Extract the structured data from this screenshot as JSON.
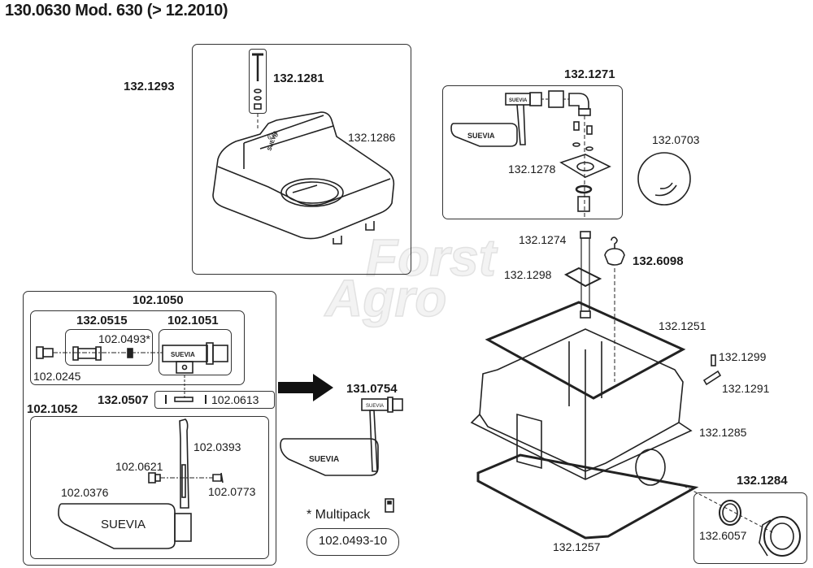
{
  "title": "130.0630 Mod. 630 (> 12.2010)",
  "watermark": {
    "line1": "Forst",
    "line2": "Agro"
  },
  "groups": {
    "lid_kit": {
      "label": "132.1293",
      "parts": {
        "screw_set": "132.1281",
        "lid": "132.1286",
        "lid_text": "630",
        "lid_brand": "SUEVIA"
      }
    },
    "valve_kit": {
      "label": "132.1271",
      "parts": {
        "plate": "132.1278",
        "brand": "SUEVIA"
      }
    },
    "float_valve_set": {
      "label": "102.1050",
      "subgroups": {
        "valve_insert": {
          "label": "132.0515",
          "parts": {
            "seal": "102.0493*"
          }
        },
        "valve_body": {
          "label": "102.1051",
          "brand": "SUEVIA"
        },
        "pin_set": {
          "label": "132.0507",
          "parts": {
            "pin": "102.0613"
          }
        }
      },
      "parts": {
        "nut": "102.0245"
      }
    },
    "float_arm_set": {
      "label": "102.1052",
      "parts": {
        "arm": "102.0393",
        "screw": "102.0621",
        "rivet": "102.0773",
        "float": "102.0376",
        "float_brand": "SUEVIA"
      }
    },
    "float_valve_complete": {
      "label": "131.0754",
      "brand_small": "SUEVIA",
      "brand_float": "SUEVIA"
    },
    "outlet_kit": {
      "label": "132.1284",
      "parts": {
        "seal": "132.6057"
      }
    }
  },
  "parts": {
    "cover": "132.0703",
    "hose": "132.1274",
    "hose_seal": "132.1298",
    "plug": "132.6098",
    "gasket_top": "132.1251",
    "pin_small": "132.1299",
    "pin_large": "132.1291",
    "housing": "132.1285",
    "gasket_bottom": "132.1257"
  },
  "multipack": {
    "label": "* Multipack",
    "code": "102.0493-10"
  }
}
